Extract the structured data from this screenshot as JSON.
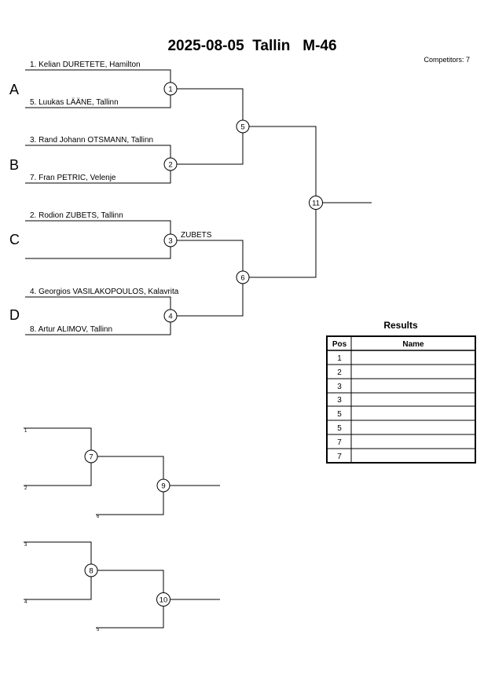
{
  "header": {
    "title": "2025-08-05  Tallin   M-46",
    "competitors": "Competitors: 7"
  },
  "pools": [
    "A",
    "B",
    "C",
    "D"
  ],
  "entries": {
    "e1": "1. Kelian DURETETE, Hamilton",
    "e5": "5. Luukas LÄÄNE, Tallinn",
    "e3": "3. Rand Johann OTSMANN, Tallinn",
    "e7": "7. Fran PETRIC, Velenje",
    "e2": "2. Rodion ZUBETS, Tallinn",
    "e4": "4. Georgios VASILAKOPOULOS, Kalavrita",
    "e8": "8. Artur ALIMOV, Tallinn"
  },
  "advance_note": "ZUBETS",
  "match_numbers": [
    "1",
    "2",
    "3",
    "4",
    "5",
    "6",
    "11",
    "7",
    "9",
    "8",
    "10"
  ],
  "repechage_labels": [
    "1",
    "2",
    "6",
    "3",
    "4",
    "5"
  ],
  "results": {
    "title": "Results",
    "headers": {
      "pos": "Pos",
      "name": "Name"
    },
    "rows": [
      {
        "pos": "1",
        "name": ""
      },
      {
        "pos": "2",
        "name": ""
      },
      {
        "pos": "3",
        "name": ""
      },
      {
        "pos": "3",
        "name": ""
      },
      {
        "pos": "5",
        "name": ""
      },
      {
        "pos": "5",
        "name": ""
      },
      {
        "pos": "7",
        "name": ""
      },
      {
        "pos": "7",
        "name": ""
      }
    ]
  }
}
